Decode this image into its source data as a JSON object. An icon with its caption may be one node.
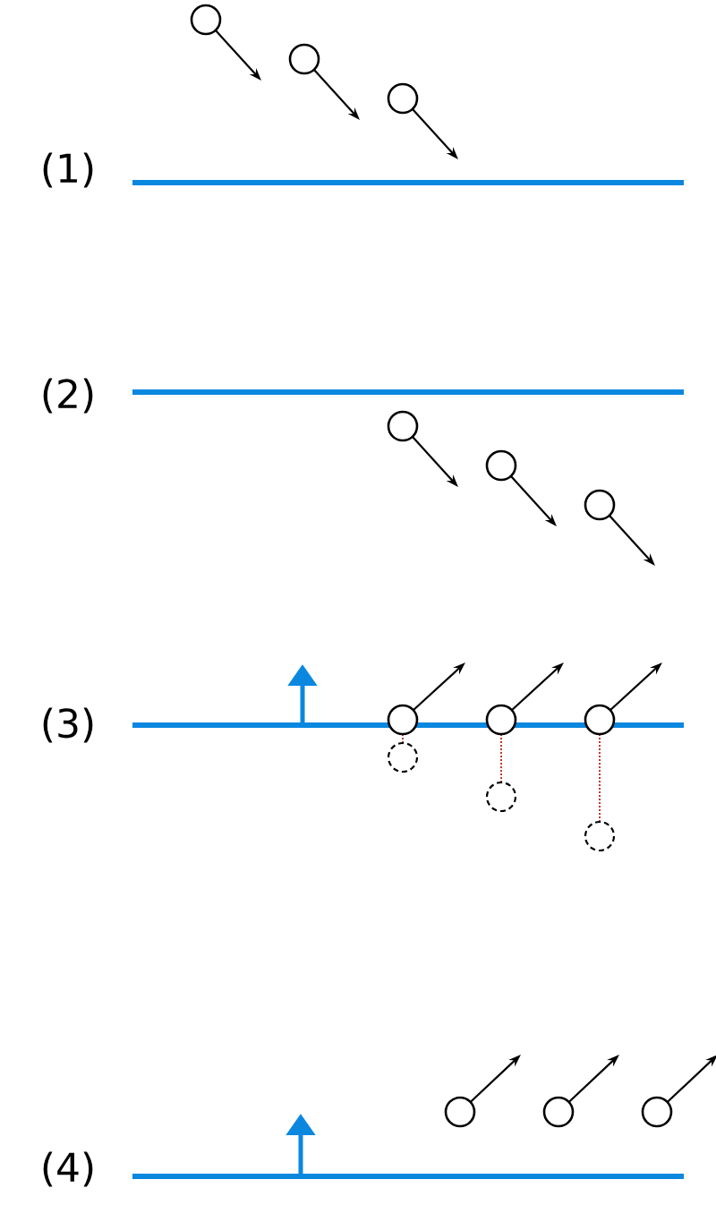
{
  "diagram": {
    "labels": [
      "(1)",
      "(2)",
      "(3)",
      "(4)"
    ]
  }
}
